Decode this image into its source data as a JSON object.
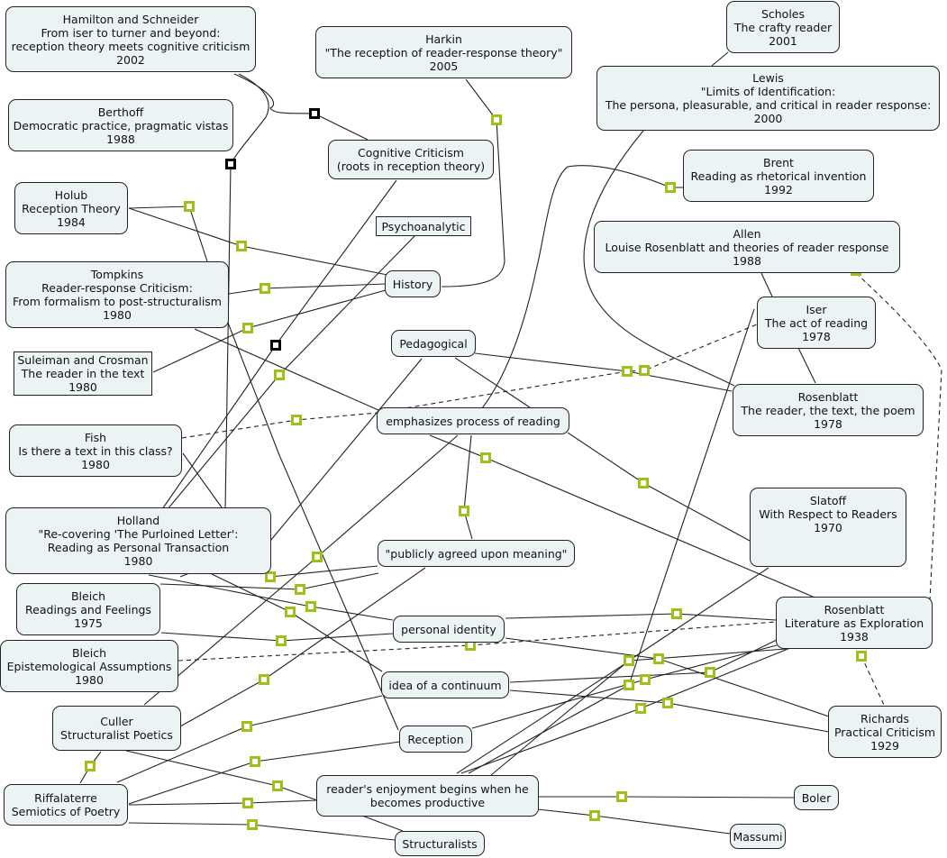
{
  "colors": {
    "node_fill": "#ecf3f5",
    "node_border": "#222222",
    "link": "#222222",
    "handle_green": "#9cc21a",
    "handle_black": "#000000"
  },
  "nodes": {
    "hamilton": "Hamilton and Schneider\nFrom iser to turner and beyond:\nreception theory meets cognitive criticism\n2002",
    "harkin": "Harkin\n\"The reception of reader-response theory\"\n2005",
    "scholes": "Scholes\nThe crafty reader\n2001",
    "lewis": "Lewis\n\"Limits of Identification:\nThe persona, pleasurable, and critical in reader response:\n2000",
    "berthoff": "Berthoff\nDemocratic practice, pragmatic vistas\n1988",
    "cognitive": "Cognitive Criticism\n(roots in reception theory)",
    "brent": "Brent\nReading as rhetorical invention\n1992",
    "holub": "Holub\nReception Theory\n1984",
    "psychoanalytic": "Psychoanalytic",
    "allen": "Allen\nLouise Rosenblatt and theories of reader response\n1988",
    "tompkins": "Tompkins\nReader-response Criticism:\nFrom formalism to post-structuralism\n1980",
    "history": "History",
    "iser": "Iser\nThe act of reading\n1978",
    "suleiman": "Suleiman and Crosman\nThe reader in the text\n1980",
    "pedagogical": "Pedagogical",
    "rosenblatt_poem": "Rosenblatt\nThe reader, the text, the poem\n1978",
    "fish": "Fish\nIs there a text in this class?\n1980",
    "emphasizes": "emphasizes process of reading",
    "slatoff": "Slatoff\nWith Respect to Readers\n1970",
    "holland": "Holland\n\"Re-covering 'The Purloined Letter':\nReading as Personal Transaction\n1980",
    "publicly": "\"publicly agreed upon meaning\"",
    "bleich_feelings": "Bleich\nReadings and Feelings\n1975",
    "rosenblatt_exploration": "Rosenblatt\nLiterature as Exploration\n1938",
    "personal_identity": "personal identity",
    "bleich_epistemological": "Bleich\nEpistemological Assumptions\n1980",
    "continuum": "idea of a continuum",
    "richards": "Richards\nPractical Criticism\n1929",
    "culler": "Culler\nStructuralist Poetics",
    "reception": "Reception",
    "enjoyment": "reader's enjoyment begins when he\nbecomes productive",
    "boler": "Boler",
    "riffalaterre": "Riffalaterre\nSemiotics of Poetry",
    "massumi": "Massumi",
    "structuralists": "Structuralists"
  }
}
